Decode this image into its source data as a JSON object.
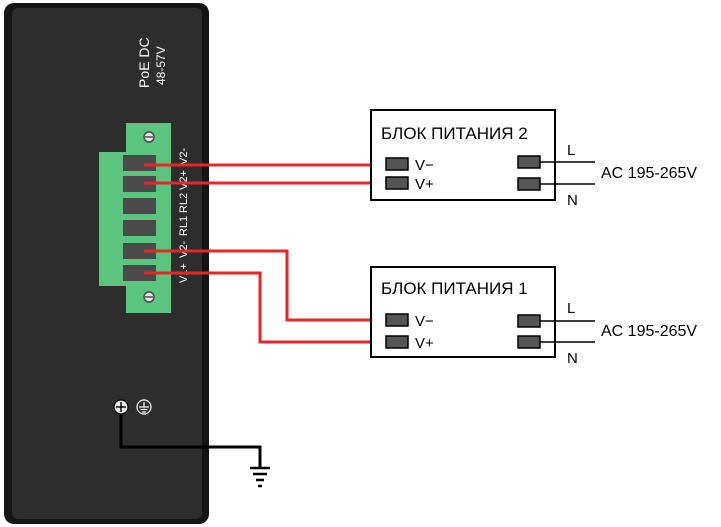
{
  "device": {
    "power_label": "PoE DC",
    "voltage_label": "48-57V",
    "terminal_labels": [
      "V2-",
      "V2+",
      "RL2",
      "RL1",
      "V2-",
      "V1+"
    ]
  },
  "psu2": {
    "title": "БЛОК ПИТАНИЯ 2",
    "v_minus": "V−",
    "v_plus": "V+",
    "l": "L",
    "n": "N",
    "ac": "AC 195-265V"
  },
  "psu1": {
    "title": "БЛОК ПИТАНИЯ 1",
    "v_minus": "V−",
    "v_plus": "V+",
    "l": "L",
    "n": "N",
    "ac": "AC 195-265V"
  },
  "colors": {
    "device_body": "#2a2a2a",
    "terminal_block": "#5bc47e",
    "wire": "#e8262a"
  }
}
